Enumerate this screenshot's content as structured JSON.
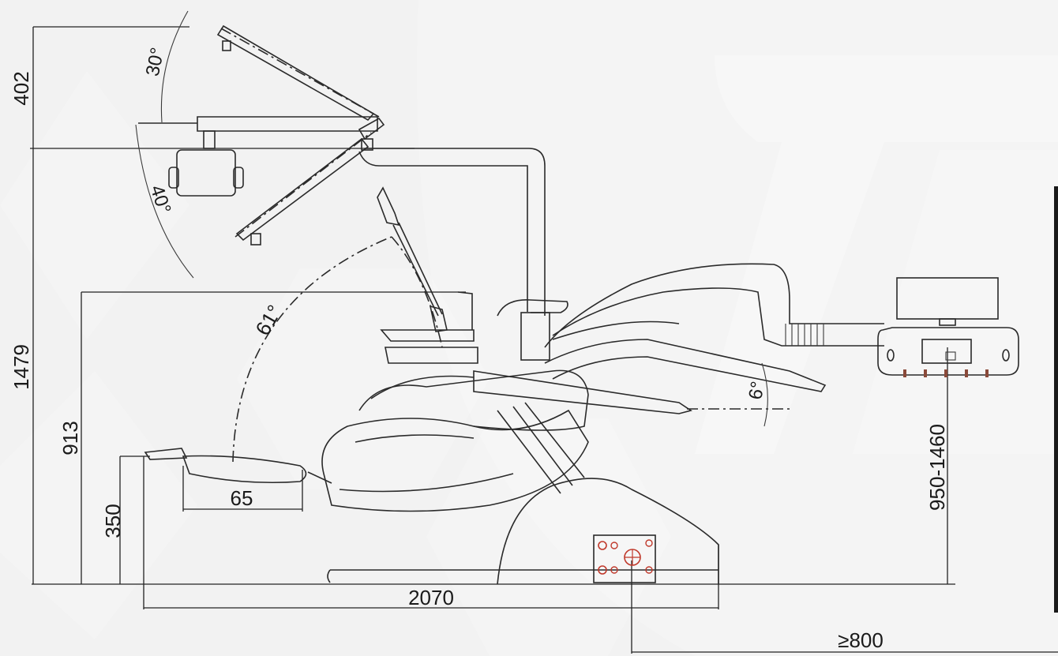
{
  "colors": {
    "background": "#f2f2f2",
    "watermark": "#ffffff",
    "line": "#2a2a2a",
    "accent_red": "#c0392b"
  },
  "dimensions": {
    "light_arm_height": "402",
    "total_height": "1479",
    "backrest_height": "913",
    "seat_height": "350",
    "footrest_length": "65",
    "total_length": "2070",
    "tray_height": "950-1460",
    "clearance": "≥800"
  },
  "angles": {
    "light_up": "30°",
    "light_down": "40°",
    "backrest": "61°",
    "tray_tilt": "6°"
  }
}
